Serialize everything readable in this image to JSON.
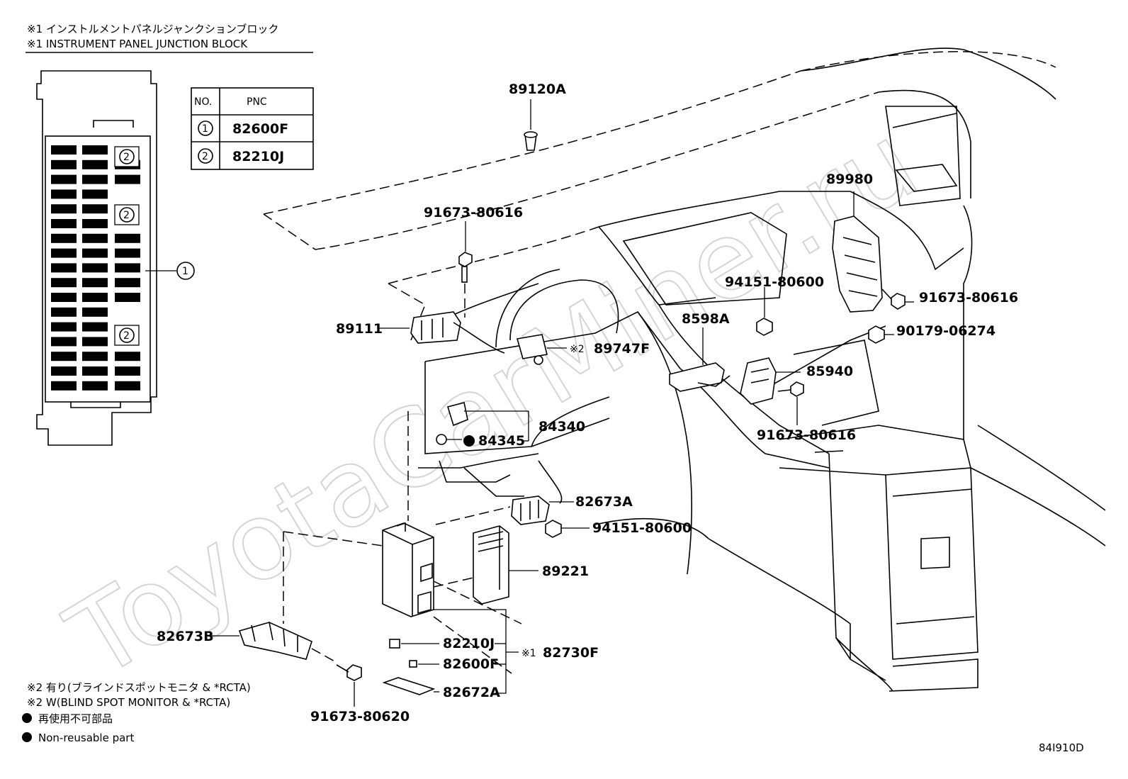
{
  "header": {
    "line1": "※1 インストルメントパネルジャンクションブロック",
    "line2": "※1 INSTRUMENT PANEL JUNCTION BLOCK"
  },
  "pnc_table": {
    "col_no": "NO.",
    "col_pnc": "PNC",
    "rows": [
      {
        "no": "1",
        "pnc": "82600F"
      },
      {
        "no": "2",
        "pnc": "82210J"
      }
    ]
  },
  "junction_block": {
    "callout_1": "1",
    "slot_markers": [
      "2",
      "2",
      "2"
    ]
  },
  "parts": {
    "p89120A": "89120A",
    "p91673_80616_top": "91673-80616",
    "p89111": "89111",
    "p89747F": "89747F",
    "p89747F_note": "※2",
    "p84340": "84340",
    "p84345": "84345",
    "p82673A": "82673A",
    "p94151_80600_low": "94151-80600",
    "p89221": "89221",
    "p82673B": "82673B",
    "p82210J": "82210J",
    "p82600F": "82600F",
    "p82672A": "82672A",
    "p82730F": "82730F",
    "p82730F_note": "※1",
    "p91673_80620": "91673-80620",
    "p89980": "89980",
    "p94151_80600_up": "94151-80600",
    "p91673_80616_right": "91673-80616",
    "p90179_06274": "90179-06274",
    "p8598A": "8598A",
    "p85940": "85940",
    "p91673_80616_mid": "91673-80616"
  },
  "notes": {
    "n2_jp": "※2 有り(ブラインドスポットモニタ & *RCTA)",
    "n2_en": "※2 W(BLIND SPOT MONITOR & *RCTA)",
    "nonreuse_jp": "再使用不可部品",
    "nonreuse_en": "Non-reusable part"
  },
  "figure_code": "84I910D",
  "watermark": "ToyotaCarMiner.ru"
}
